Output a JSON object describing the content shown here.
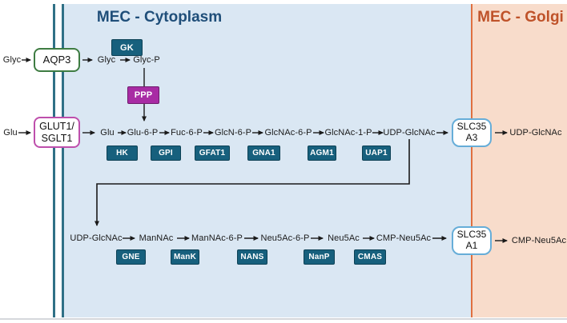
{
  "titles": {
    "cytoplasm": "MEC - Cytoplasm",
    "golgi": "MEC - Golgi"
  },
  "external_metabolites": {
    "glyc": "Glyc",
    "glu": "Glu"
  },
  "transporters": {
    "aqp3": {
      "label": "AQP3"
    },
    "glut1_sglt1": {
      "line1": "GLUT1/",
      "line2": "SGLT1"
    },
    "slc35a3": {
      "line1": "SLC35",
      "line2": "A3"
    },
    "slc35a1": {
      "line1": "SLC35",
      "line2": "A1"
    }
  },
  "glycerol_pathway": {
    "metabolites": [
      "Glyc",
      "Glyc-P"
    ],
    "enzymes": [
      "GK",
      "PPP"
    ]
  },
  "hexosamine_pathway": {
    "metabolites": [
      "Glu",
      "Glu-6-P",
      "Fuc-6-P",
      "GlcN-6-P",
      "GlcNAc-6-P",
      "GlcNAc-1-P",
      "UDP-GlcNAc"
    ],
    "enzymes": [
      "HK",
      "GPI",
      "GFAT1",
      "GNA1",
      "AGM1",
      "UAP1"
    ],
    "golgi_product": "UDP-GlcNAc"
  },
  "sialic_acid_pathway": {
    "metabolites": [
      "UDP-GlcNAc",
      "ManNAc",
      "ManNAc-6-P",
      "Neu5Ac-6-P",
      "Neu5Ac",
      "CMP-Neu5Ac"
    ],
    "enzymes": [
      "GNE",
      "ManK",
      "NANS",
      "NanP",
      "CMAS"
    ],
    "golgi_product": "CMP-Neu5Ac"
  },
  "colors": {
    "cytoplasm_bg": "#dae7f3",
    "golgi_bg": "#f8dccb",
    "golgi_border": "#e0703f",
    "membrane": "#2f7086",
    "enzyme_fill": "#17607d",
    "ppp_fill": "#a82ba4",
    "aqp3_border": "#3e7c42",
    "glut1_border": "#be4fac",
    "slc35_border": "#66add8",
    "cytoplasm_title": "#1f4e79",
    "golgi_title": "#bf5229",
    "arrow": "#1a1a1a"
  }
}
